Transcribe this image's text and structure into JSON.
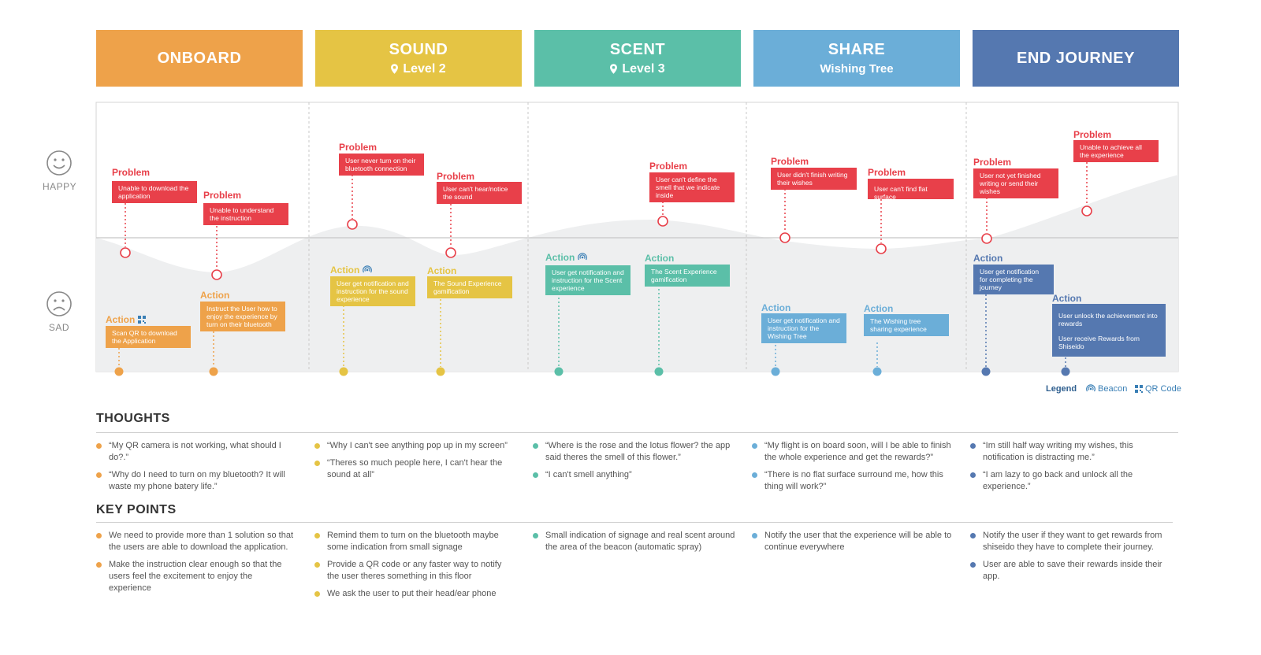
{
  "colors": {
    "onboard": "#eea24a",
    "sound": "#e5c444",
    "scent": "#5bbfa8",
    "share": "#6baed8",
    "end": "#5578b0",
    "problem": "#e8404a"
  },
  "phases": [
    {
      "title": "ONBOARD",
      "sub": ""
    },
    {
      "title": "SOUND",
      "sub": "Level 2"
    },
    {
      "title": "SCENT",
      "sub": "Level 3"
    },
    {
      "title": "SHARE",
      "sub": "Wishing Tree"
    },
    {
      "title": "END JOURNEY",
      "sub": ""
    }
  ],
  "mood": {
    "happy": "HAPPY",
    "sad": "SAD"
  },
  "problem_tag": "Problem",
  "action_tag": "Action",
  "problems": [
    "Unable to download the application",
    "Unable to understand the instruction",
    "User never turn on their bluetooth connection",
    "User can't hear/notice the sound",
    "User can't define the smell that we indicate inside",
    "User didn't finish writing their wishes",
    "User can't find flat surface",
    "User not yet finished writing or send their wishes",
    "Unable to achieve all the experience"
  ],
  "actions": [
    "Scan QR to download the Application",
    "Instruct the User how to enjoy the experience by turn on their bluetooth",
    "User get notification and instruction for the sound experience",
    "The Sound Experience gamification",
    "User get notification and instruction for the Scent experience",
    "The Scent Experience gamification",
    "User get notification and instruction for the Wishing Tree",
    "The Wishing tree sharing experience",
    "User get notification for completing the journey",
    "User unlock the achievement into rewards",
    "User receive Rewards from Shiseido"
  ],
  "action_icons": [
    "qr-code",
    "",
    "beacon",
    "",
    "beacon",
    "",
    "",
    "",
    "",
    "",
    ""
  ],
  "legend": {
    "title": "Legend",
    "beacon": "Beacon",
    "qr": "QR Code"
  },
  "sections": {
    "thoughts": "THOUGHTS",
    "keypoints": "KEY POINTS"
  },
  "thoughts": [
    [
      "“My QR camera is not working, what should I do?.”",
      "“Why do I need to turn on my bluetooth? It will waste my phone batery life.”"
    ],
    [
      "“Why I can't see anything pop up in my screen”",
      "“Theres so much people here, I can't hear the sound at all”"
    ],
    [
      "“Where is the rose and the lotus flower? the app said theres the smell of this flower.”",
      "“I can't smell anything”"
    ],
    [
      "“My flight is on board soon, will I be able to finish the whole experience and get the rewards?”",
      "“There is no flat surface surround me, how this thing will work?”"
    ],
    [
      "“Im still half way writing my wishes, this notification is distracting me.”",
      "“I am lazy to go back and unlock all the experience.”"
    ]
  ],
  "keypoints": [
    [
      "We need to provide more than 1 solution so that the users are able to download the application.",
      "Make the instruction clear enough so that the users feel the excitement to enjoy the experience"
    ],
    [
      "Remind them to turn on the bluetooth maybe some indication from small signage",
      "Provide a QR code or any faster way to notify the user theres something in this floor",
      "We ask the user to put their head/ear phone"
    ],
    [
      "Small indication of signage and real scent around the area of the beacon (automatic spray)"
    ],
    [
      "Notify the user that the experience will be able to continue everywhere"
    ],
    [
      "Notify the user if they want to get rewards from shiseido they have to complete their journey.",
      "User are able to save their rewards inside their app."
    ]
  ]
}
